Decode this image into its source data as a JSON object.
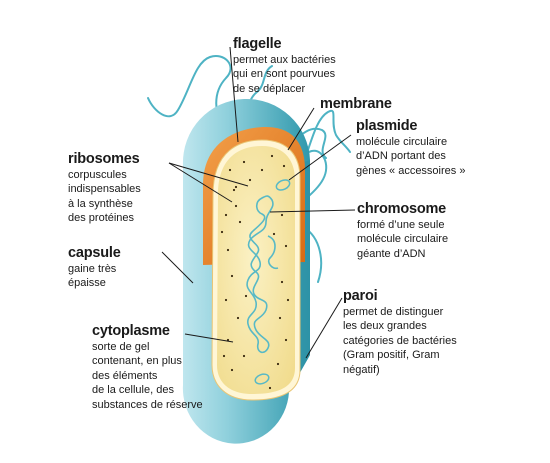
{
  "labels": {
    "flagelle": {
      "title": "flagelle",
      "desc": "permet aux bactéries\nqui en sont pourvues\nde se déplacer"
    },
    "membrane": {
      "title": "membrane"
    },
    "plasmide": {
      "title": "plasmide",
      "desc": "molécule circulaire\nd’ADN portant des\ngènes « accessoires »"
    },
    "ribosomes": {
      "title": "ribosomes",
      "desc": "corpuscules\nindispensables\nà la synthèse\ndes protéines"
    },
    "chromosome": {
      "title": "chromosome",
      "desc": "formé d’une seule\nmolécule circulaire\ngéante d’ADN"
    },
    "capsule": {
      "title": "capsule",
      "desc": "gaine très\népaisse"
    },
    "paroi": {
      "title": "paroi",
      "desc": "permet de distinguer\nles deux grandes\ncatégories de bactéries\n(Gram positif, Gram\nnégatif)"
    },
    "cytoplasme": {
      "title": "cytoplasme",
      "desc": "sorte de gel\ncontenant, en plus\ndes éléments\nde la cellule, des\nsubstances de réserve"
    }
  },
  "colors": {
    "capsule": "#7ec8d4",
    "capsule_dark": "#3fa6b8",
    "wall_orange": "#e07a22",
    "cytoplasm": "#f7e7a8",
    "flagella": "#4eb3c4",
    "dna": "#58b9c6"
  }
}
